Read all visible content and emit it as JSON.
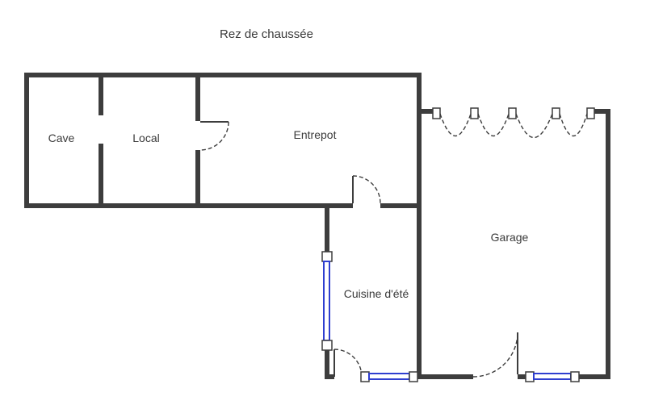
{
  "title": "Rez de chaussée",
  "rooms": {
    "cave": "Cave",
    "local": "Local",
    "entrepot": "Entrepot",
    "garage": "Garage",
    "cuisine": "Cuisine d'été"
  },
  "colors": {
    "wall": "#3d3d3d",
    "window": "#2f3fd0",
    "text": "#3a3a3a",
    "background": "#ffffff"
  }
}
